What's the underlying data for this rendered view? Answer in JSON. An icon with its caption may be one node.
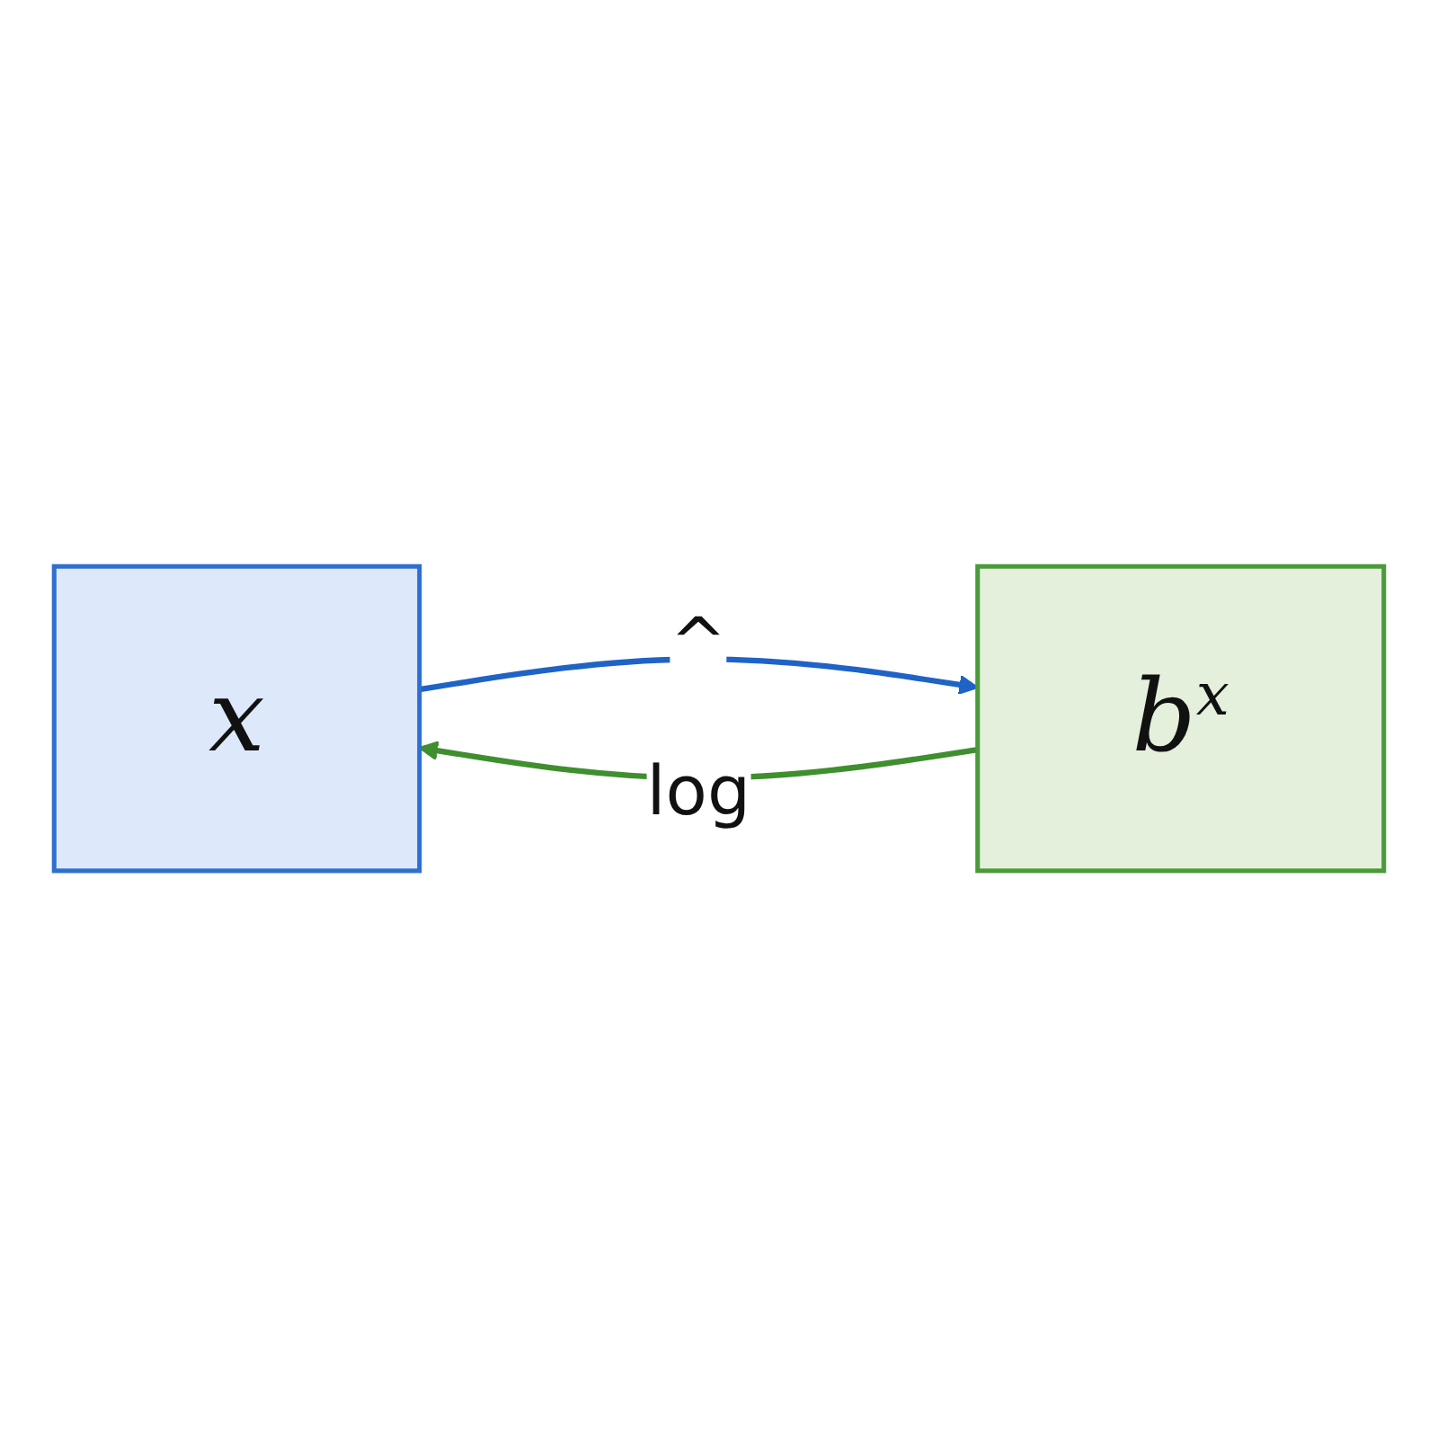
{
  "diagram": {
    "nodes": [
      {
        "text": [
          "x"
        ]
      },
      {
        "text": [
          "b$^{x}$"
        ]
      }
    ],
    "edges": [
      {
        "from": 0,
        "to": 1,
        "arrow": "to",
        "label": "^",
        "color": "#1f63c6"
      },
      {
        "from": 1,
        "to": 0,
        "arrow": "to",
        "label": "log",
        "color": "#3f8f2f"
      }
    ]
  }
}
